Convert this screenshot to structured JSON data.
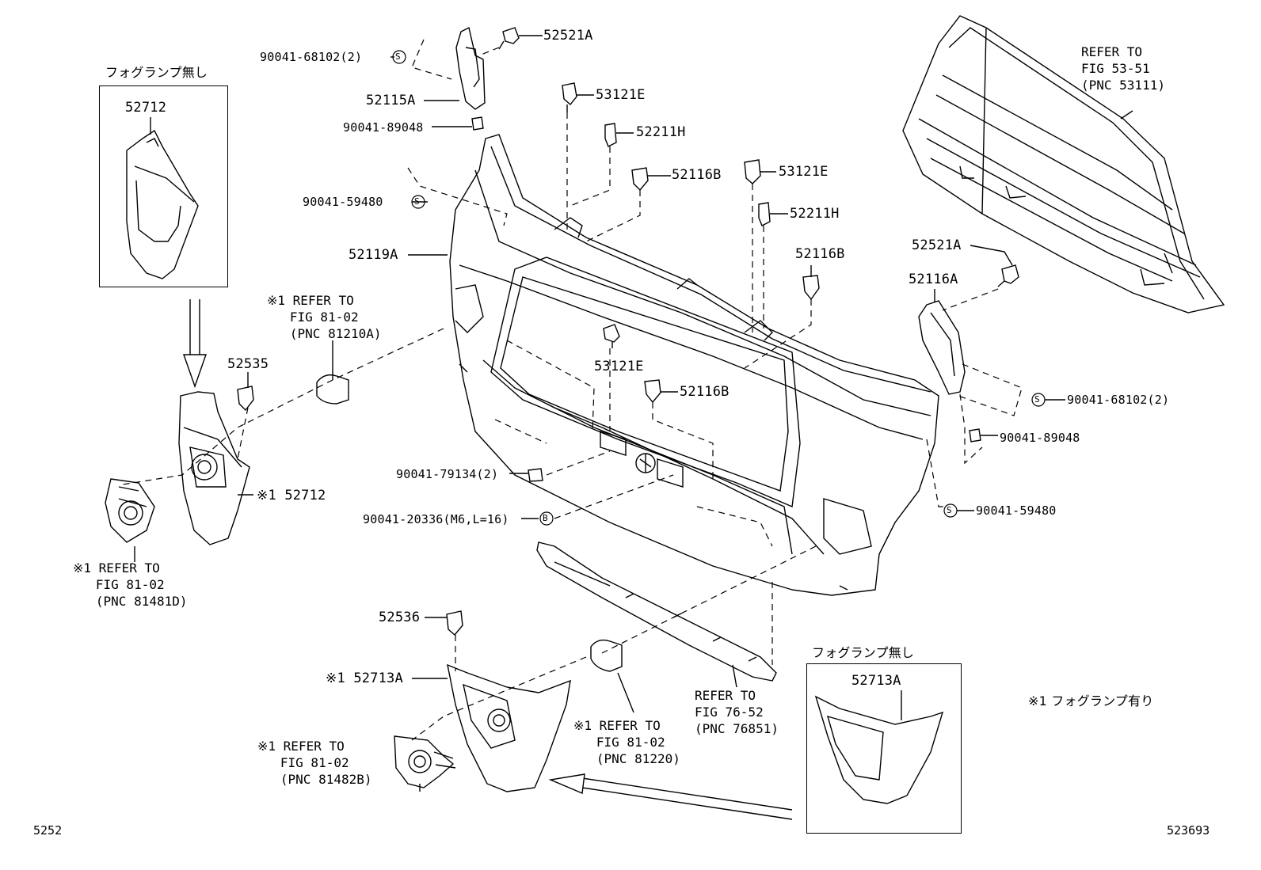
{
  "labels": {
    "p_52521A_top": "52521A",
    "p_90041_68102_top": "90041-68102(2)",
    "p_52115A": "52115A",
    "p_90041_89048_top": "90041-89048",
    "p_53121E_a": "53121E",
    "p_52211H_a": "52211H",
    "p_52116B_a": "52116B",
    "p_53121E_b": "53121E",
    "p_90041_59480_top": "90041-59480",
    "p_52211H_b": "52211H",
    "p_52119A": "52119A",
    "p_52116B_b": "52116B",
    "p_52521A_right": "52521A",
    "p_52116A": "52116A",
    "p_53121E_c": "53121E",
    "p_52116B_c": "52116B",
    "p_52535": "52535",
    "p_52712_top": "52712",
    "p_52712_mark": "※1 52712",
    "p_90041_68102_right": "90041-68102(2)",
    "p_90041_89048_right": "90041-89048",
    "p_90041_59480_right": "90041-59480",
    "p_90041_79134": "90041-79134(2)",
    "p_90041_20336": "90041-20336(M6,L=16)",
    "p_52536": "52536",
    "p_52713A_mark": "※1 52713A",
    "p_52713A_box": "52713A"
  },
  "refs": {
    "ref_53111": "REFER TO\nFIG 53-51\n(PNC 53111)",
    "ref_81210A": "※1 REFER TO\n   FIG 81-02\n   (PNC 81210A)",
    "ref_81481D": "※1 REFER TO\n   FIG 81-02\n   (PNC 81481D)",
    "ref_76851": "REFER TO\nFIG 76-52\n(PNC 76851)",
    "ref_81220": "※1 REFER TO\n   FIG 81-02\n   (PNC 81220)",
    "ref_81482B": "※1 REFER TO\n   FIG 81-02\n   (PNC 81482B)"
  },
  "notes": {
    "no_fog_top": "フォグランプ無し",
    "no_fog_bottom": "フォグランプ無し",
    "with_fog": "※1  フォグランプ有り"
  },
  "symbols": {
    "s": "S",
    "b": "B"
  },
  "footer": {
    "left_code": "5252",
    "right_code": "523693"
  }
}
